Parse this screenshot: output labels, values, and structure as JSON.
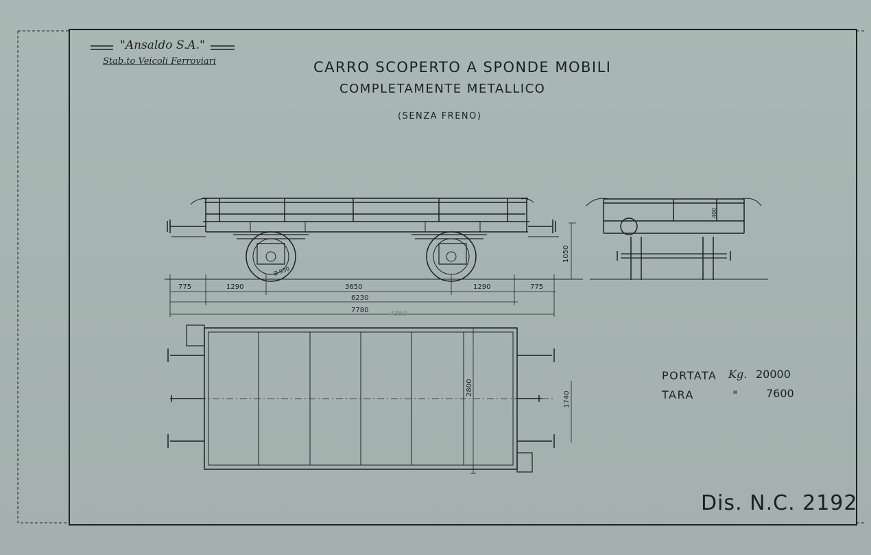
{
  "header": {
    "maker_name": "\"Ansaldo S.A.\"",
    "maker_division": "Stab.to Veicoli Ferroviari"
  },
  "title": {
    "line1": "CARRO SCOPERTO A SPONDE MOBILI",
    "line2": "COMPLETAMENTE METALLICO",
    "subtitle": "(SENZA FRENO)"
  },
  "specs": {
    "portata": {
      "label": "PORTATA",
      "unit": "Kg.",
      "value": "20000"
    },
    "tara": {
      "label": "TARA",
      "unit": "\"",
      "value": "7600"
    }
  },
  "dimensions": {
    "overhang_left": "775",
    "wheel_to_frame_left": "1290",
    "wheelbase": "3650",
    "wheel_to_frame_right": "1290",
    "overhang_right": "775",
    "frame_length": "6230",
    "overall_length": "7780",
    "pencil_note": "4350",
    "buffer_height": "1050",
    "wheel_diameter": "Ø 930",
    "side_height": "400",
    "deck_width": "2800",
    "buffer_spacing": "1740"
  },
  "drawing_number": "Dis. N.C. 2192",
  "colors": {
    "paper": "#a8b5b2",
    "ink": "#1c2022"
  }
}
